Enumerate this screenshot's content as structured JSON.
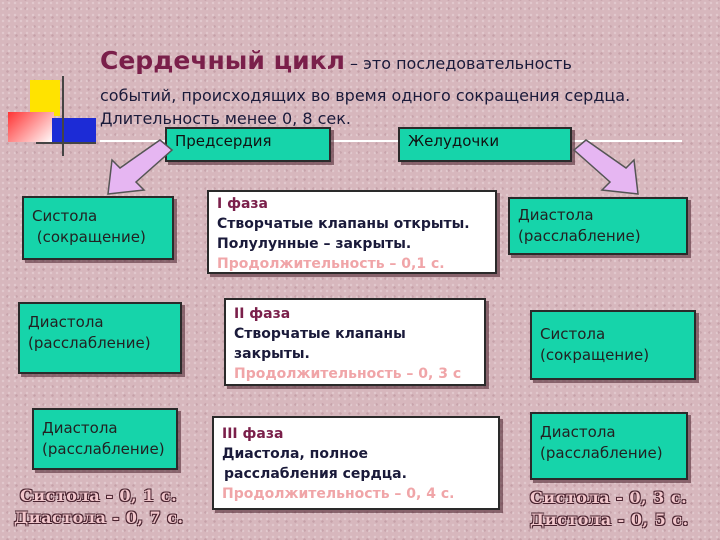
{
  "header": {
    "title_bold": "Сердечный цикл",
    "title_rest": " – это последовательность",
    "description": "событий, происходящих во время одного сокращения сердца. Длительность менее 0, 8 сек."
  },
  "atria_label": "Предсердия",
  "ventricles_label": "Желудочки",
  "left_column": [
    {
      "title": "Систола",
      "subtitle": " (сокращение)"
    },
    {
      "title": "Диастола",
      "subtitle": "(расслабление)"
    },
    {
      "title": "Диастола",
      "subtitle": "(расслабление)"
    }
  ],
  "right_column": [
    {
      "title": "Диастола",
      "subtitle": "(расслабление)"
    },
    {
      "title": "Систола",
      "subtitle": "(сокращение)"
    },
    {
      "title": "Диастола",
      "subtitle": "(расслабление)"
    }
  ],
  "phases": [
    {
      "title": "I фаза",
      "lines": [
        "Створчатые клапаны открыты.",
        "Полулунные – закрыты."
      ],
      "duration": "Продолжительность – 0,1 с."
    },
    {
      "title": "II фаза",
      "lines": [
        "Створчатые клапаны",
        "закрыты."
      ],
      "duration": "Продолжительность – 0, 3 с"
    },
    {
      "title": "III фаза",
      "lines": [
        "Диастола, полное",
        "расслабления сердца."
      ],
      "duration": "Продолжительность – 0, 4 с."
    }
  ],
  "summary_left": [
    "Систола - 0, 1 с.",
    "Диастола - 0, 7 с."
  ],
  "summary_right": [
    "Систола - 0, 3 с.",
    "Дистола - 0, 5 с."
  ],
  "colors": {
    "teal": "#16d4aa",
    "title": "#7a1f4a",
    "duration": "#f0a5a8",
    "arrow": "#e6b6f2"
  }
}
